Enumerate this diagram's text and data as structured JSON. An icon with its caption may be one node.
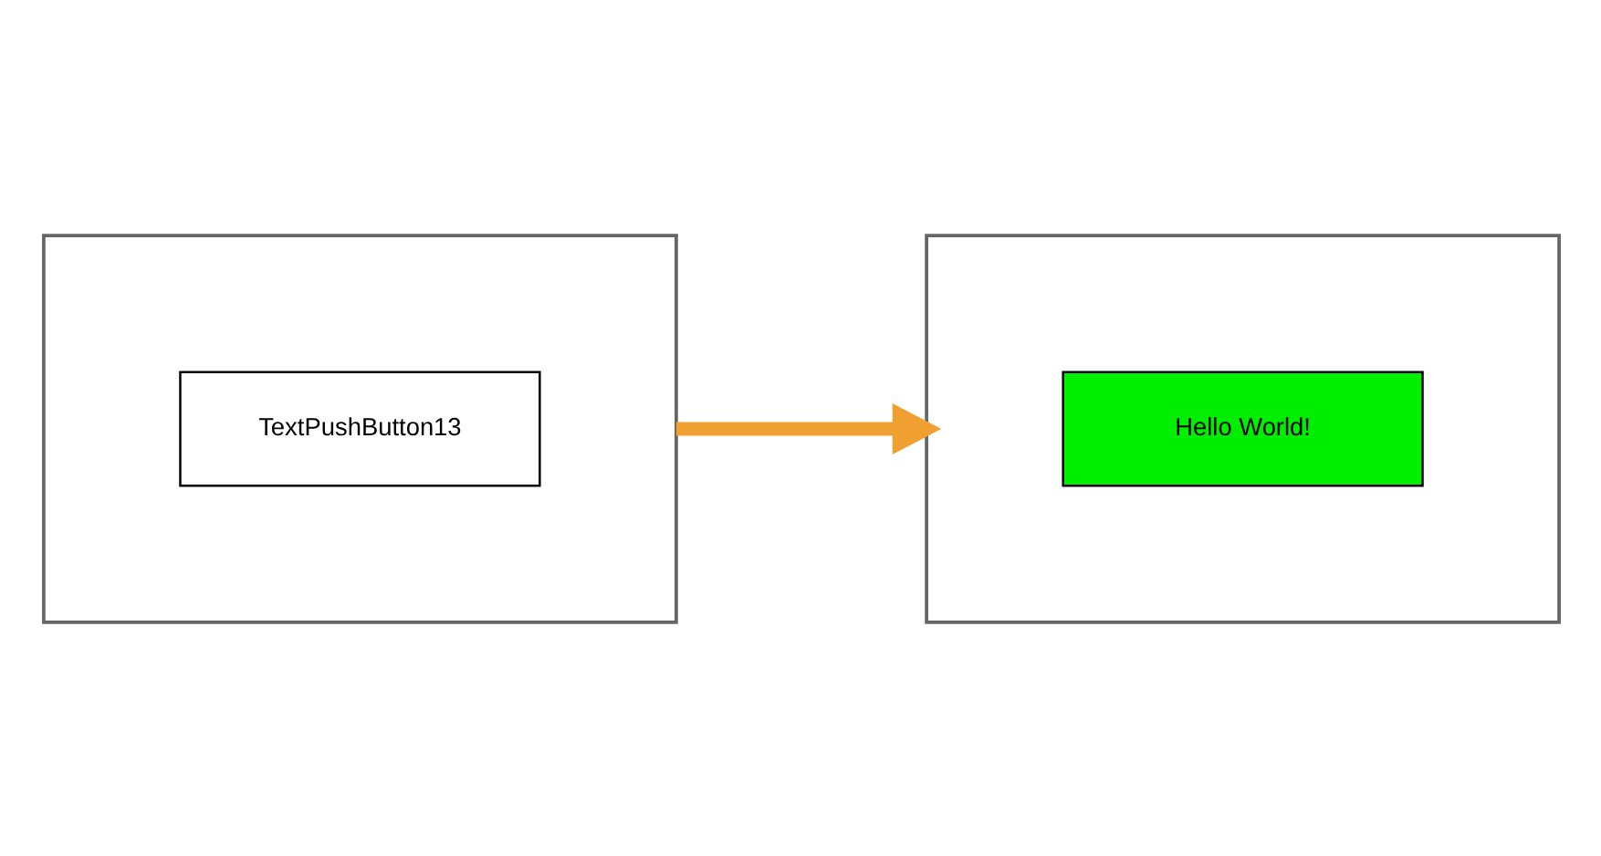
{
  "diagram": {
    "nodes": [
      {
        "text": [],
        "shape": "box"
      },
      {
        "text": [
          "TextPushButton13"
        ],
        "in": 0
      },
      {
        "text": [],
        "shape": "box"
      },
      {
        "text": [
          "Hello World!"
        ],
        "in": 2
      }
    ],
    "edges": [
      {
        "from": 0,
        "to": 2,
        "arrow": "to",
        "color": "#f0a030"
      }
    ]
  }
}
